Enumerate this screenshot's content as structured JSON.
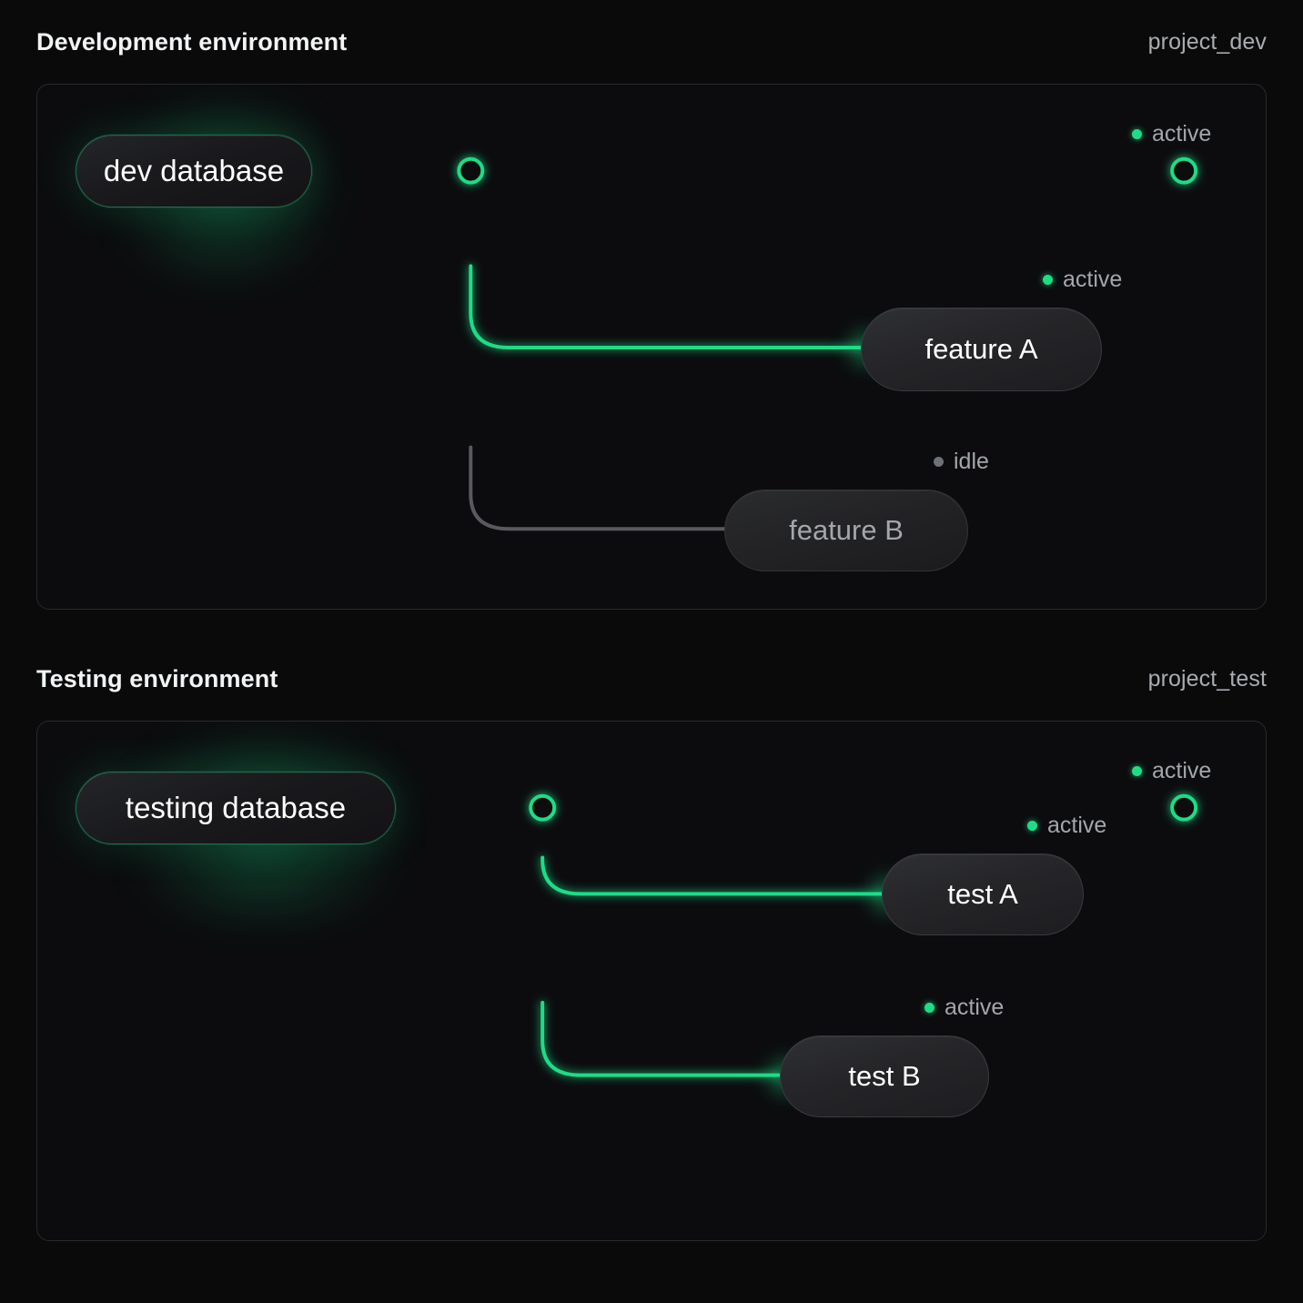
{
  "theme": {
    "background": "#0a0a0b",
    "panel_bg": "#0c0c0e",
    "panel_border": "#29292c",
    "accent_green": "#1fdd87",
    "idle_gray": "#6e7175",
    "text_primary": "#ffffff",
    "text_muted": "#a3a6aa"
  },
  "sections": [
    {
      "id": "dev",
      "title": "Development environment",
      "project": "project_dev",
      "source": {
        "label": "dev database",
        "status": "active"
      },
      "trunk_status": "active",
      "endpoint": {
        "status_label": "active",
        "status": "active"
      },
      "branches": [
        {
          "label": "feature A",
          "status_label": "active",
          "status": "active"
        },
        {
          "label": "feature B",
          "status_label": "idle",
          "status": "idle"
        }
      ]
    },
    {
      "id": "test",
      "title": "Testing environment",
      "project": "project_test",
      "source": {
        "label": "testing database",
        "status": "active"
      },
      "trunk_status": "active",
      "endpoint": {
        "status_label": "active",
        "status": "active"
      },
      "branches": [
        {
          "label": "test A",
          "status_label": "active",
          "status": "active"
        },
        {
          "label": "test B",
          "status_label": "active",
          "status": "active"
        }
      ]
    }
  ]
}
